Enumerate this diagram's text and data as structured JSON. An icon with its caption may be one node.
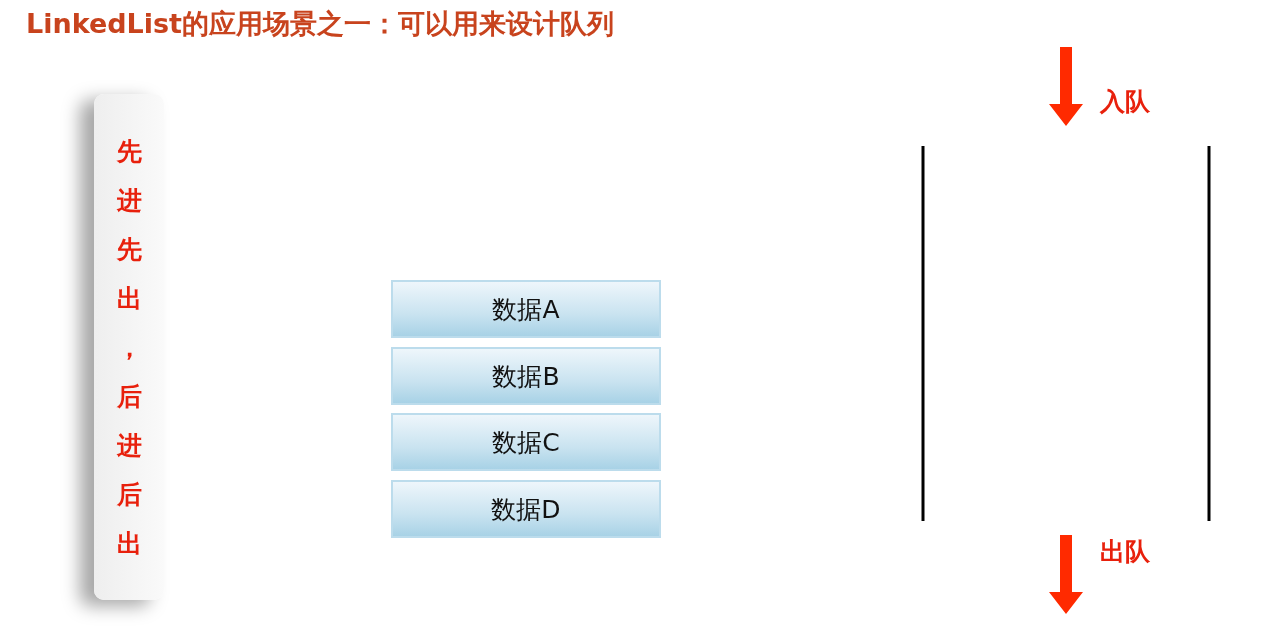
{
  "diagram": {
    "title": "LinkedList的应用场景之一：可以用来设计队列",
    "nodes": [
      {
        "text": [
          "先进先出，后进后出"
        ]
      },
      {
        "text": [
          "数据A"
        ]
      },
      {
        "text": [
          "数据B"
        ]
      },
      {
        "text": [
          "数据C"
        ]
      },
      {
        "text": [
          "数据D"
        ]
      }
    ],
    "labels": [
      "入队",
      "出队"
    ]
  }
}
